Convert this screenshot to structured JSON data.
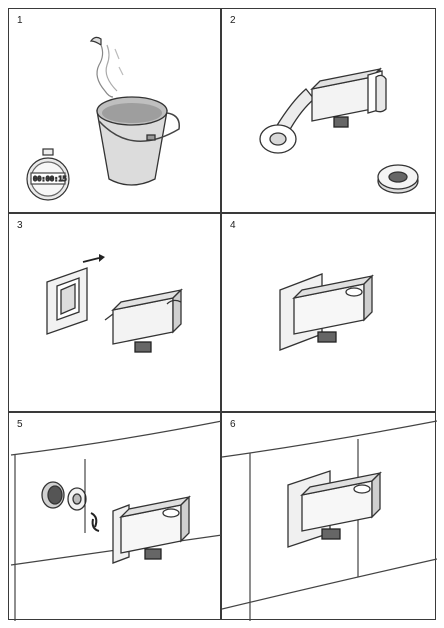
{
  "panels": [
    {
      "number": "1"
    },
    {
      "number": "2"
    },
    {
      "number": "3"
    },
    {
      "number": "4"
    },
    {
      "number": "5"
    },
    {
      "number": "6"
    }
  ],
  "stopwatch": {
    "readout": "00:00:15"
  },
  "icons": [
    "tap-water-icon",
    "bucket-icon",
    "stopwatch-icon",
    "seal-tape-icon",
    "rubber-washer-icon",
    "wall-bracket-icon",
    "arrow-right-icon",
    "rotate-arrows-icon"
  ]
}
